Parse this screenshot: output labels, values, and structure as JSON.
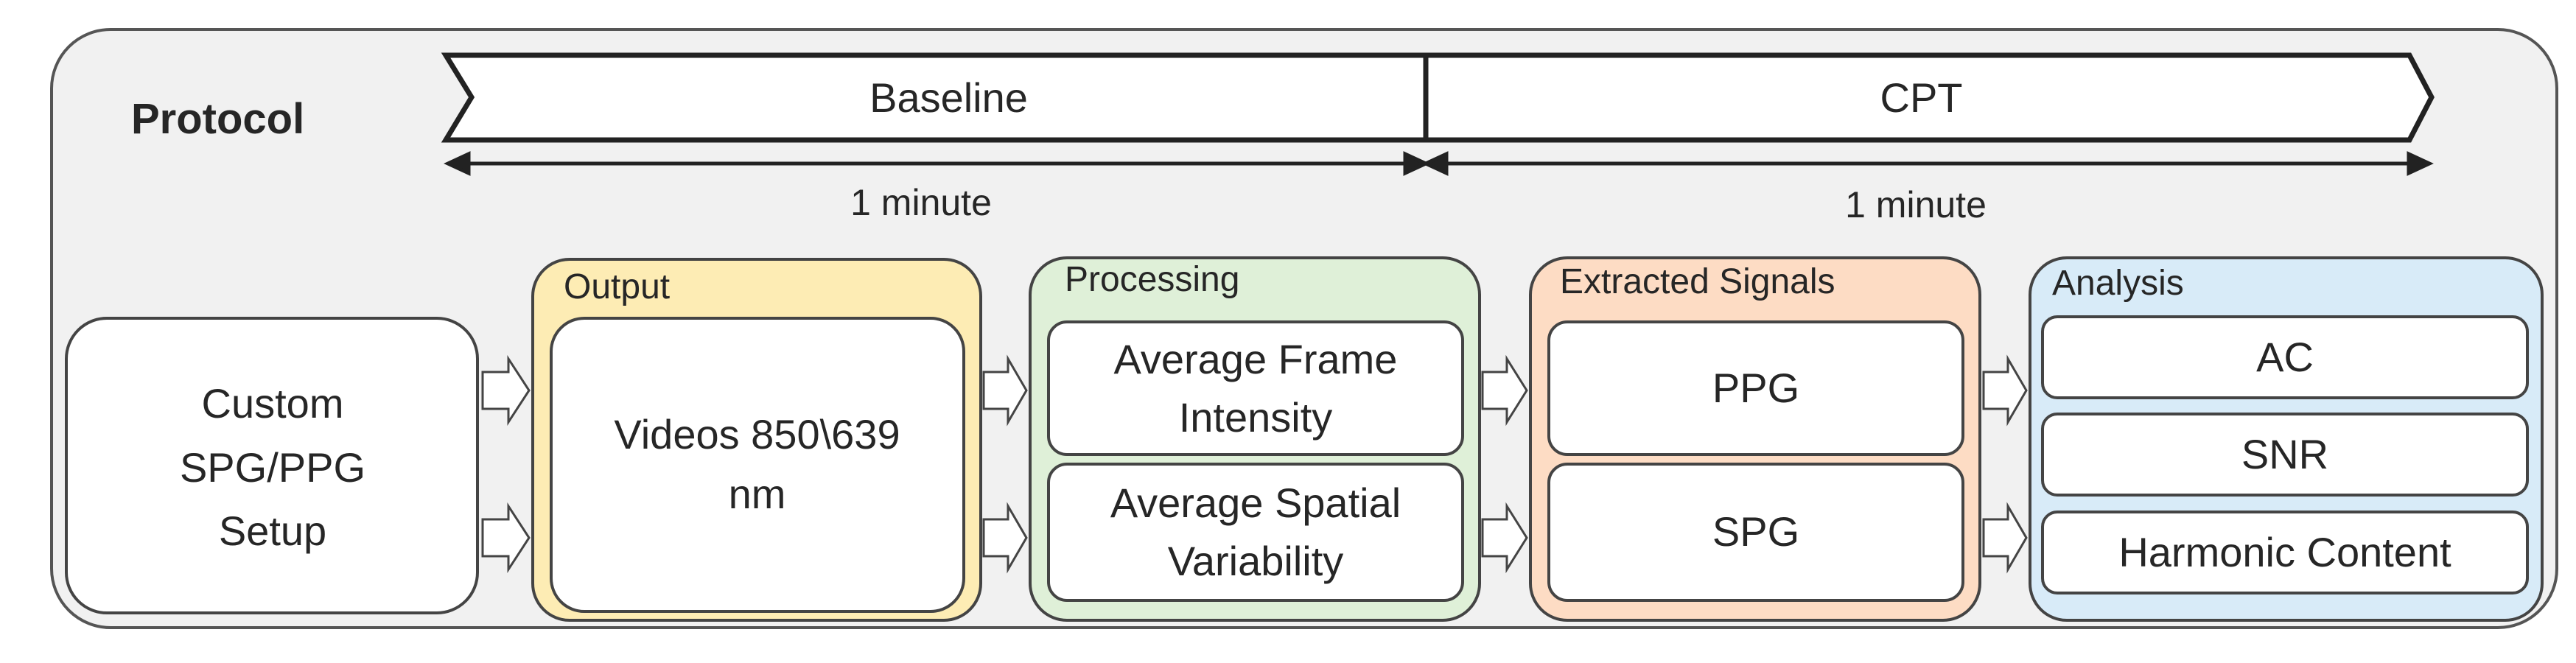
{
  "protocol": {
    "title": "Protocol",
    "phases": [
      {
        "label": "Baseline",
        "duration": "1 minute"
      },
      {
        "label": "CPT",
        "duration": "1 minute"
      }
    ]
  },
  "setup": {
    "label": "Custom SPG/PPG Setup"
  },
  "stages": [
    {
      "title": "Output",
      "color": "#fdecb4",
      "items": [
        "Videos 850\\639 nm"
      ]
    },
    {
      "title": "Processing",
      "color": "#dff0d8",
      "items": [
        "Average Frame Intensity",
        "Average Spatial Variability"
      ]
    },
    {
      "title": "Extracted Signals",
      "color": "#fddcc4",
      "items": [
        "PPG",
        "SPG"
      ]
    },
    {
      "title": "Analysis",
      "color": "#d8ebf8",
      "items": [
        "AC",
        "SNR",
        "Harmonic Content"
      ]
    }
  ]
}
